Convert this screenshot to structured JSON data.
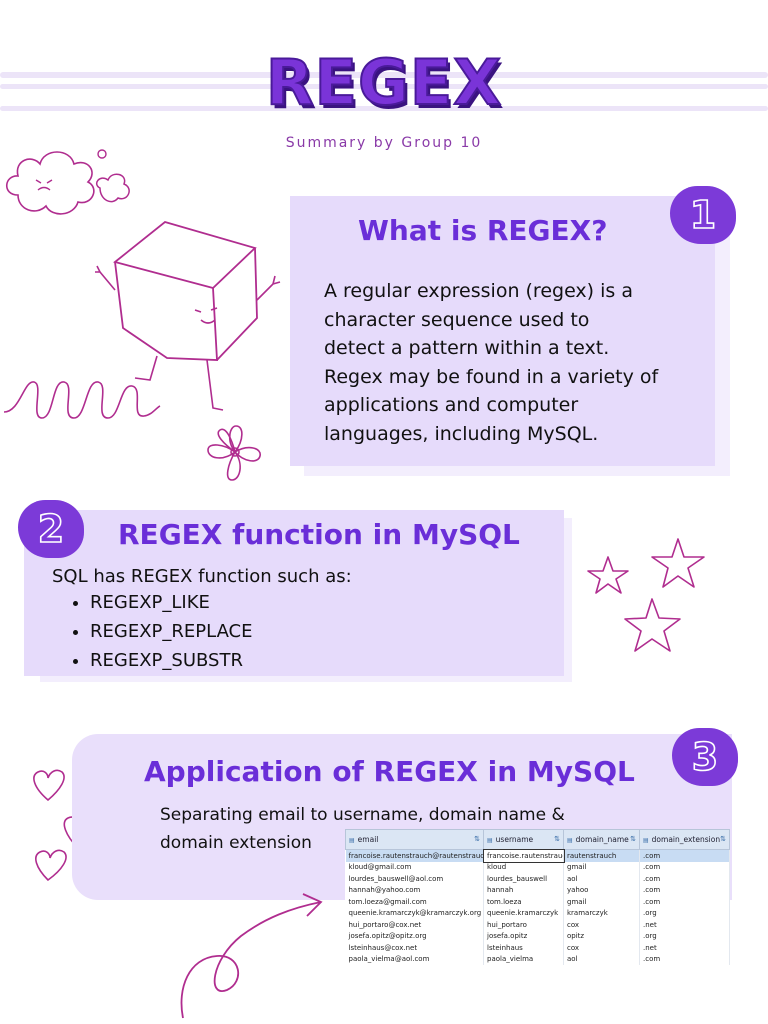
{
  "header": {
    "title": "REGEX",
    "subtitle": "Summary by Group 10"
  },
  "colors": {
    "primary_purple": "#7a34d8",
    "card_lavender": "#e6dbfb",
    "doodle_magenta": "#b02d8f"
  },
  "section1": {
    "number": "1",
    "heading": "What is REGEX?",
    "lines": [
      "A regular expression (regex) is a",
      "character sequence used to",
      "detect a pattern within a text.",
      "Regex may be found in a variety of",
      "applications and computer",
      "languages, including MySQL."
    ]
  },
  "section2": {
    "number": "2",
    "heading": "REGEX function in MySQL",
    "intro": "SQL has REGEX function such as:",
    "items": [
      "REGEXP_LIKE",
      "REGEXP_REPLACE",
      "REGEXP_SUBSTR"
    ]
  },
  "section3": {
    "number": "3",
    "heading": "Application of REGEX in MySQL",
    "desc_lines": [
      "Separating email to username, domain name &",
      "domain extension"
    ],
    "table": {
      "columns": [
        "email",
        "username",
        "domain_name",
        "domain_extension"
      ],
      "rows": [
        [
          "francoise.rautenstrauch@rautenstrauch.com",
          "francoise.rautenstrauch",
          "rautenstrauch",
          ".com"
        ],
        [
          "kloud@gmail.com",
          "kloud",
          "gmail",
          ".com"
        ],
        [
          "lourdes_bauswell@aol.com",
          "lourdes_bauswell",
          "aol",
          ".com"
        ],
        [
          "hannah@yahoo.com",
          "hannah",
          "yahoo",
          ".com"
        ],
        [
          "tom.loeza@gmail.com",
          "tom.loeza",
          "gmail",
          ".com"
        ],
        [
          "queenie.kramarczyk@kramarczyk.org",
          "queenie.kramarczyk",
          "kramarczyk",
          ".org"
        ],
        [
          "hui_portaro@cox.net",
          "hui_portaro",
          "cox",
          ".net"
        ],
        [
          "josefa.opitz@opitz.org",
          "josefa.opitz",
          "opitz",
          ".org"
        ],
        [
          "lsteinhaus@cox.net",
          "lsteinhaus",
          "cox",
          ".net"
        ],
        [
          "paola_vielma@aol.com",
          "paola_vielma",
          "aol",
          ".com"
        ]
      ]
    }
  },
  "icons": [
    "cloud-doodle-icon",
    "cube-character-icon",
    "spiral-doodle-icon",
    "flower-doodle-icon",
    "star-doodle-icon",
    "heart-doodle-icon",
    "curly-arrow-icon"
  ]
}
